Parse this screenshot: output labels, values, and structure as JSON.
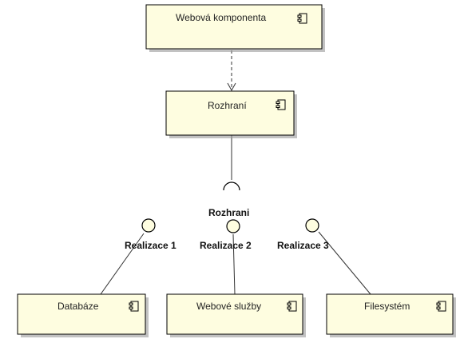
{
  "diagram": {
    "components": [
      {
        "id": "web",
        "label": "Webová komponenta",
        "icon": "uml-component-icon"
      },
      {
        "id": "rozhrani",
        "label": "Rozhraní",
        "icon": "uml-component-icon"
      },
      {
        "id": "db",
        "label": "Databáze",
        "icon": "uml-component-icon"
      },
      {
        "id": "ws",
        "label": "Webové služby",
        "icon": "uml-component-icon"
      },
      {
        "id": "fs",
        "label": "Filesystém",
        "icon": "uml-component-icon"
      }
    ],
    "required_interface": {
      "label": "Rozhrani"
    },
    "provided_interfaces": [
      {
        "id": "r1",
        "label": "Realizace 1"
      },
      {
        "id": "r2",
        "label": "Realizace 2"
      },
      {
        "id": "r3",
        "label": "Realizace 3"
      }
    ],
    "colors": {
      "component_fill": "#fefde0",
      "component_border": "#000000",
      "shadow": "#999999",
      "interface_fill": "#fefde0",
      "line": "#333333"
    }
  }
}
